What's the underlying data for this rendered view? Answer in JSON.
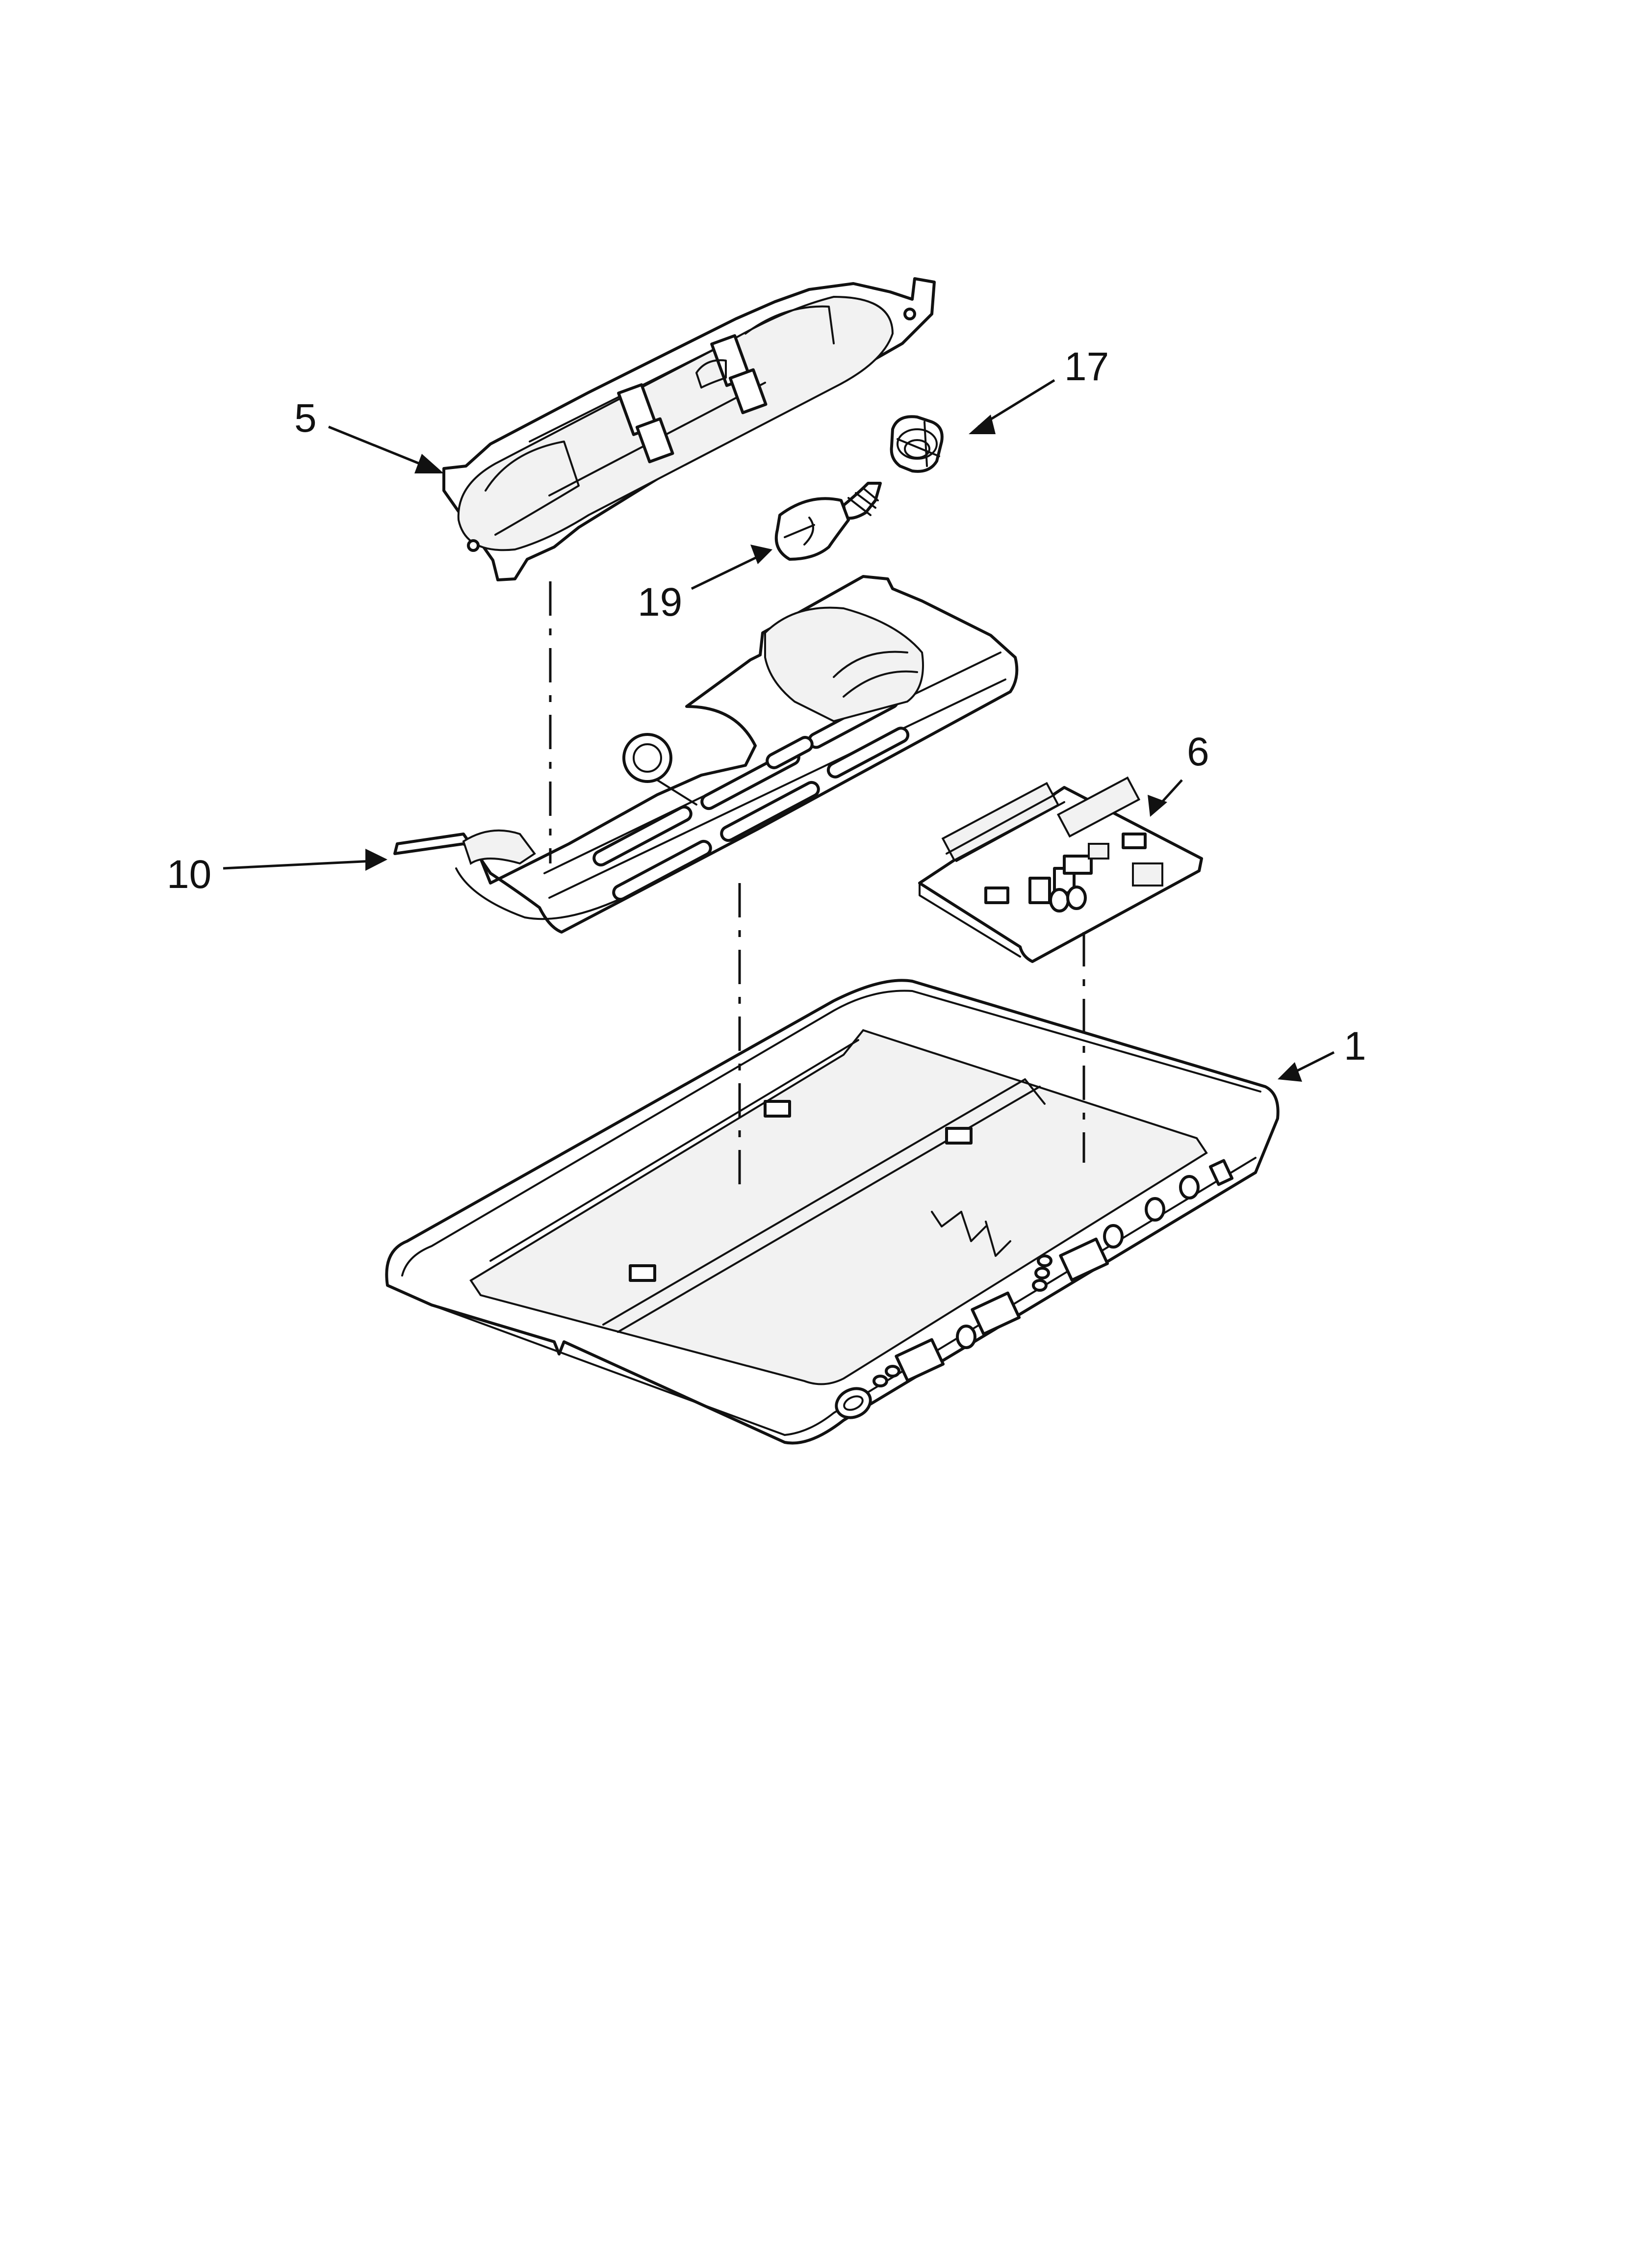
{
  "callouts": {
    "c5": "5",
    "c17": "17",
    "c19": "19",
    "c10": "10",
    "c6": "6",
    "c1": "1"
  }
}
